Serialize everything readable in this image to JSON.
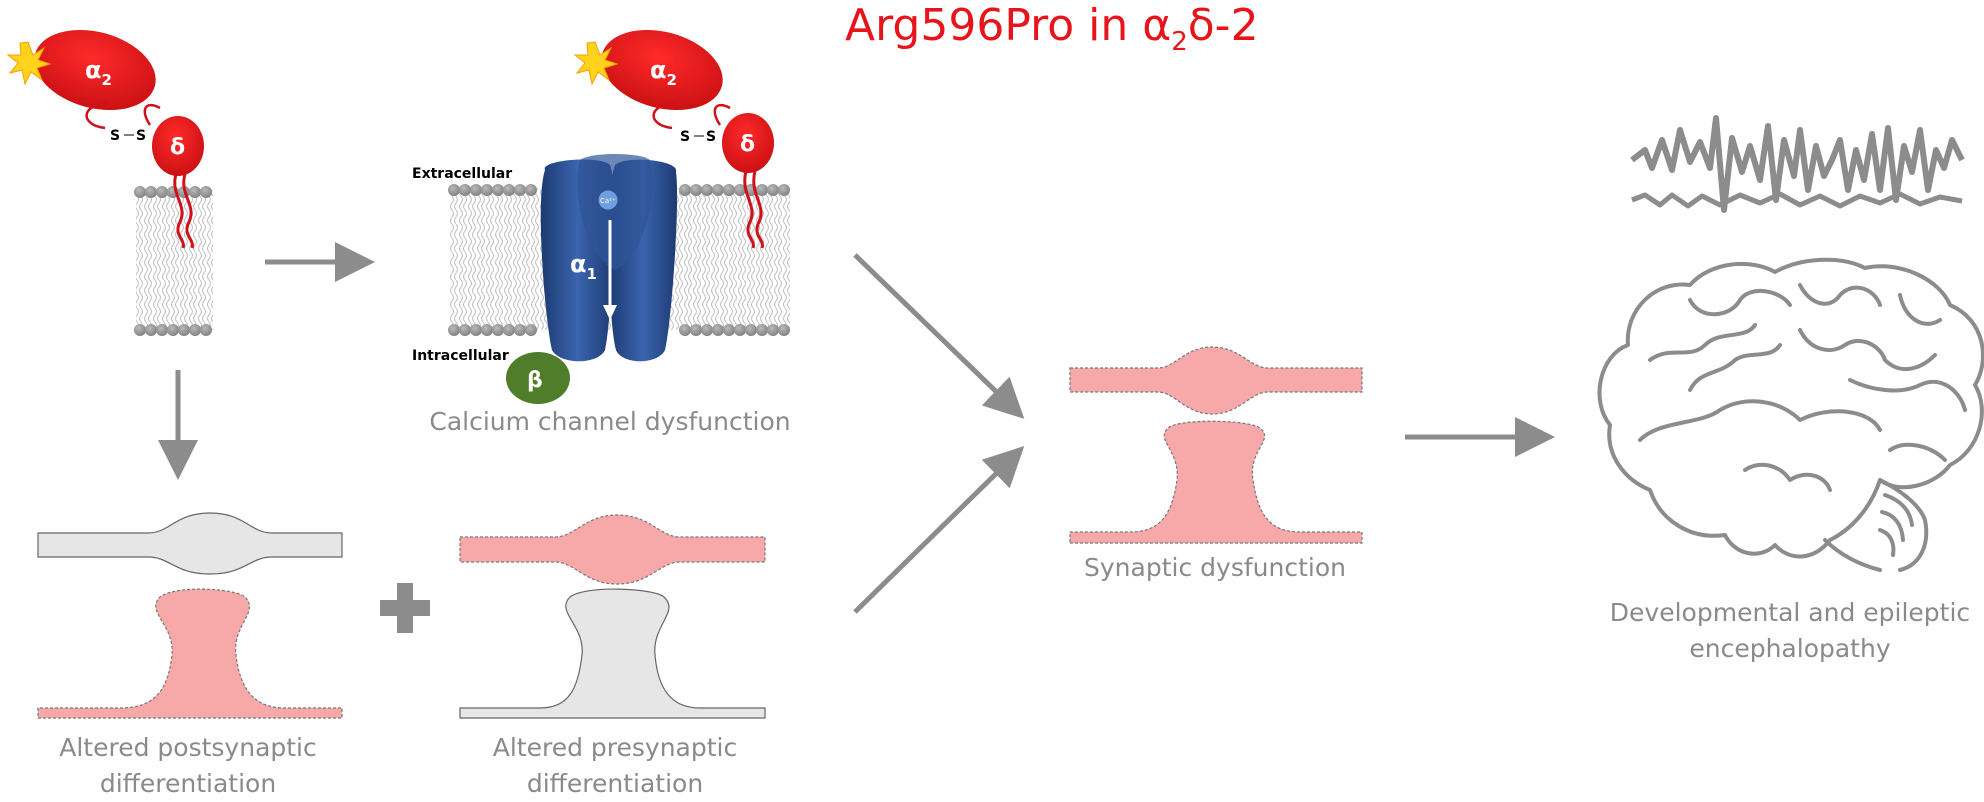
{
  "title": {
    "prefix": "Arg596Pro in α",
    "subscript": "2",
    "suffix": "δ-2"
  },
  "subunits": {
    "alpha2": {
      "base": "α",
      "sub": "2"
    },
    "delta": "δ",
    "disulfide": [
      "S",
      "S"
    ],
    "alpha1": {
      "base": "α",
      "sub": "1"
    },
    "beta": "β",
    "calcium": "Ca²⁺"
  },
  "membrane_labels": {
    "extracellular": "Extracellular",
    "intracellular": "Intracellular"
  },
  "captions": {
    "calcium_channel": "Calcium channel dysfunction",
    "postsynaptic": [
      "Altered postsynaptic",
      "differentiation"
    ],
    "presynaptic": [
      "Altered presynaptic",
      "differentiation"
    ],
    "synaptic": "Synaptic dysfunction",
    "outcome": [
      "Developmental and epileptic",
      "encephalopathy"
    ]
  },
  "colors": {
    "mutation_red": "#e8141b",
    "channel_blue": "#2c4f8f",
    "beta_green": "#4f7d2a",
    "synapse_pink": "#f7a8a8",
    "synapse_gray": "#e6e6e6",
    "arrow_gray": "#8c8c8c"
  }
}
